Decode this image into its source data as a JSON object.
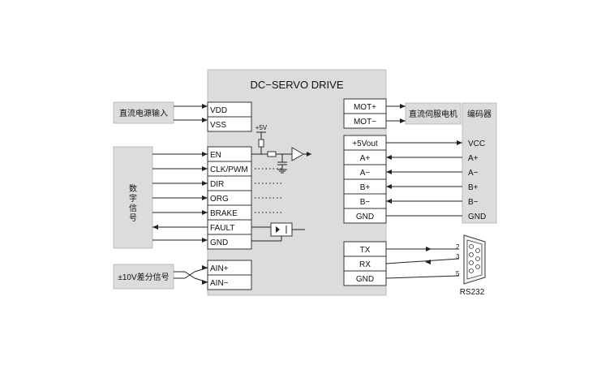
{
  "drive": {
    "title": "DC−SERVO DRIVE",
    "left_pins": [
      "VDD",
      "VSS",
      "EN",
      "CLK/PWM",
      "DIR",
      "ORG",
      "BRAKE",
      "FAULT",
      "GND",
      "AIN+",
      "AIN−"
    ],
    "motor_pins": [
      "MOT+",
      "MOT−"
    ],
    "encoder_pins": [
      "+5Vout",
      "A+",
      "A−",
      "B+",
      "B−",
      "GND"
    ],
    "serial_pins": [
      "TX",
      "RX",
      "GND"
    ],
    "vcc_label": "+5V"
  },
  "external": {
    "dc_power": "直流电源输入",
    "digital_signal": "数字信号",
    "analog_input": "±10V差分信号",
    "motor": "直流伺服电机",
    "encoder": "编码器",
    "encoder_pins": [
      "VCC",
      "A+",
      "A−",
      "B+",
      "B−",
      "GND"
    ],
    "rs232_label": "RS232",
    "rs232_pin_numbers": [
      "2",
      "3",
      "5"
    ]
  }
}
